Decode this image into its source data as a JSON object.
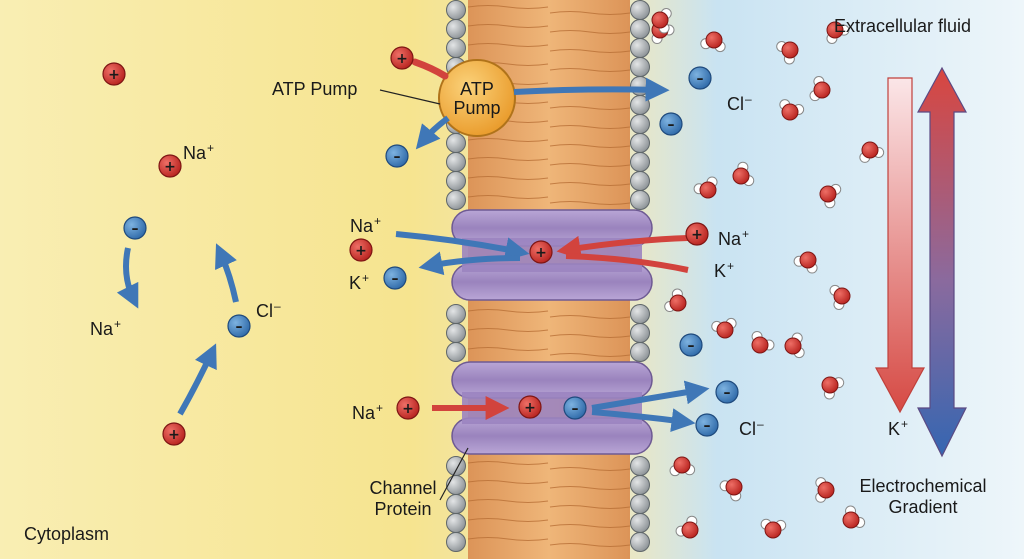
{
  "labels": {
    "atp_pump_callout": "ATP Pump",
    "atp_pump_inside_line1": "ATP",
    "atp_pump_inside_line2": "Pump",
    "extracellular_fluid": "Extracellular fluid",
    "cytoplasm": "Cytoplasm",
    "channel_protein_line1": "Channel",
    "channel_protein_line2": "Protein",
    "electrochemical_line1": "Electrochemical",
    "electrochemical_line2": "Gradient",
    "na": "Na",
    "k": "K",
    "cl": "Cl",
    "plus": "+",
    "minus": "–"
  },
  "colors": {
    "cytoplasm_bg": "#f7e79a",
    "extracellular_bg": "#cfe6f3",
    "cation": "#c8312d",
    "anion": "#3d7cbf",
    "membrane_core": "#e6a56a",
    "phospholipid_head": "#a9aeb1",
    "channel_protein": "#a58fc4",
    "atp_pump": "#f1a531",
    "water_oxygen": "#c8312d",
    "water_hydrogen": "#ffffff",
    "gradient_down": "#d9534f",
    "gradient_up_blue": "#3d6fb4"
  }
}
